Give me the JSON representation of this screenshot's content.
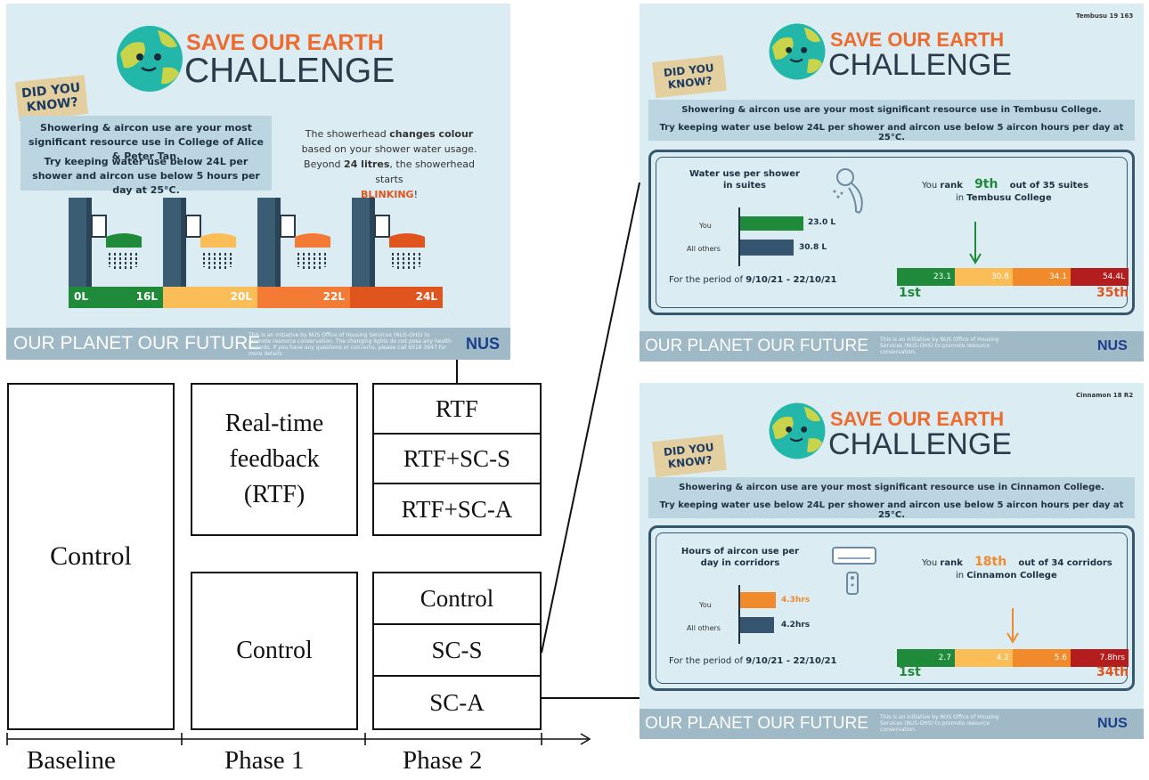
{
  "poster_main": {
    "title_top": "SAVE OUR EARTH",
    "title_bottom": "CHALLENGE",
    "did_you_know": "DID YOU KNOW?",
    "text_line1": "Showering & aircon use are your most significant resource use in College of Alice & Peter Tan.",
    "text_line2": "Try keeping water use below 24L per shower and aircon use below 5 hours per day at 25°C.",
    "right_text_a": "The showerhead ",
    "right_text_b": "changes colour",
    "right_text_c": " based on your shower water usage.",
    "right_text_d": "Beyond ",
    "right_text_e": "24 litres",
    "right_text_f": ", the showerhead starts",
    "right_text_g": "BLINKING",
    "right_text_h": "!",
    "scale_labels": [
      "0L",
      "16L",
      "20L",
      "22L",
      "24L"
    ],
    "scale_colors": [
      "#1f8a3a",
      "#fbbd58",
      "#f47b35",
      "#e0541d"
    ],
    "footer_title": "OUR PLANET OUR FUTURE",
    "footer_text": "This is an initiative by NUS Office of Housing Services (NUS-OHS) to promote resource conservation. The changing lights do not pose any health hazards. If you have any questions or concerns, please call 6516 3947 for more details.",
    "logo": "NUS"
  },
  "poster_water": {
    "corner_label": "Tembusu 19 163",
    "title_top": "SAVE OUR EARTH",
    "title_bottom": "CHALLENGE",
    "did_you_know": "DID YOU KNOW?",
    "text_line1": "Showering & aircon use are your most significant resource use in Tembusu College.",
    "text_line2": "Try keeping water use below 24L per shower and aircon use below 5 aircon hours per day at 25°C.",
    "chart_title": "Water use per shower in suites",
    "bar_labels": [
      "You",
      "All others"
    ],
    "bar_value_labels": [
      "23.0 L",
      "30.8 L"
    ],
    "rank_prefix": "You ",
    "rank_word": "rank",
    "rank_value": "9th",
    "rank_suffix": "out of 35 suites",
    "rank_college": "Tembusu College",
    "rank_in": "in ",
    "period_prefix": "For the period of ",
    "period_value": "9/10/21 - 22/10/21",
    "scale_values": [
      "23.1",
      "30.8",
      "34.1",
      "54.4L"
    ],
    "scale_first": "1st",
    "scale_last": "35th",
    "footer_title": "OUR PLANET OUR FUTURE",
    "footer_text": "This is an initiative by NUS Office of Housing Services (NUS-OHS) to promote resource conservation.",
    "logo": "NUS"
  },
  "poster_aircon": {
    "corner_label": "Cinnamon 18 R2",
    "title_top": "SAVE OUR EARTH",
    "title_bottom": "CHALLENGE",
    "did_you_know": "DID YOU KNOW?",
    "text_line1": "Showering & aircon use are your most significant resource use in Cinnamon College.",
    "text_line2": "Try keeping water use below 24L per shower and aircon use below 5 aircon hours per day at 25°C.",
    "chart_title": "Hours of aircon use per day in corridors",
    "bar_labels": [
      "You",
      "All others"
    ],
    "bar_value_labels": [
      "4.3hrs",
      "4.2hrs"
    ],
    "rank_prefix": "You ",
    "rank_word": "rank",
    "rank_value": "18th",
    "rank_suffix": "out of 34 corridors",
    "rank_college": "Cinnamon College",
    "rank_in": "in ",
    "period_prefix": "For the period of ",
    "period_value": "9/10/21 - 22/10/21",
    "scale_values": [
      "2.7",
      "4.2",
      "5.6",
      "7.8hrs"
    ],
    "scale_first": "1st",
    "scale_last": "34th",
    "footer_title": "OUR PLANET OUR FUTURE",
    "footer_text": "This is an initiative by NUS Office of Housing Services (NUS-OHS) to promote resource conservation.",
    "logo": "NUS"
  },
  "chart_data": [
    {
      "type": "bar",
      "title": "Water use per shower in suites",
      "categories": [
        "You",
        "All others"
      ],
      "values": [
        23.0,
        30.8
      ],
      "colors": [
        "#1f8a3a",
        "#34546f"
      ]
    },
    {
      "type": "bar",
      "title": "Hours of aircon use per day in corridors",
      "categories": [
        "You",
        "All others"
      ],
      "values": [
        4.3,
        4.2
      ],
      "colors": [
        "#f18a2a",
        "#34546f"
      ]
    }
  ],
  "diagram": {
    "baseline_box": "Control",
    "phase1_top": "Real-time feedback (RTF)",
    "phase1_bottom": "Control",
    "phase2_groups": [
      "RTF",
      "RTF+SC-S",
      "RTF+SC-A",
      "Control",
      "SC-S",
      "SC-A"
    ],
    "axis_labels": [
      "Baseline",
      "Phase 1",
      "Phase 2"
    ]
  }
}
